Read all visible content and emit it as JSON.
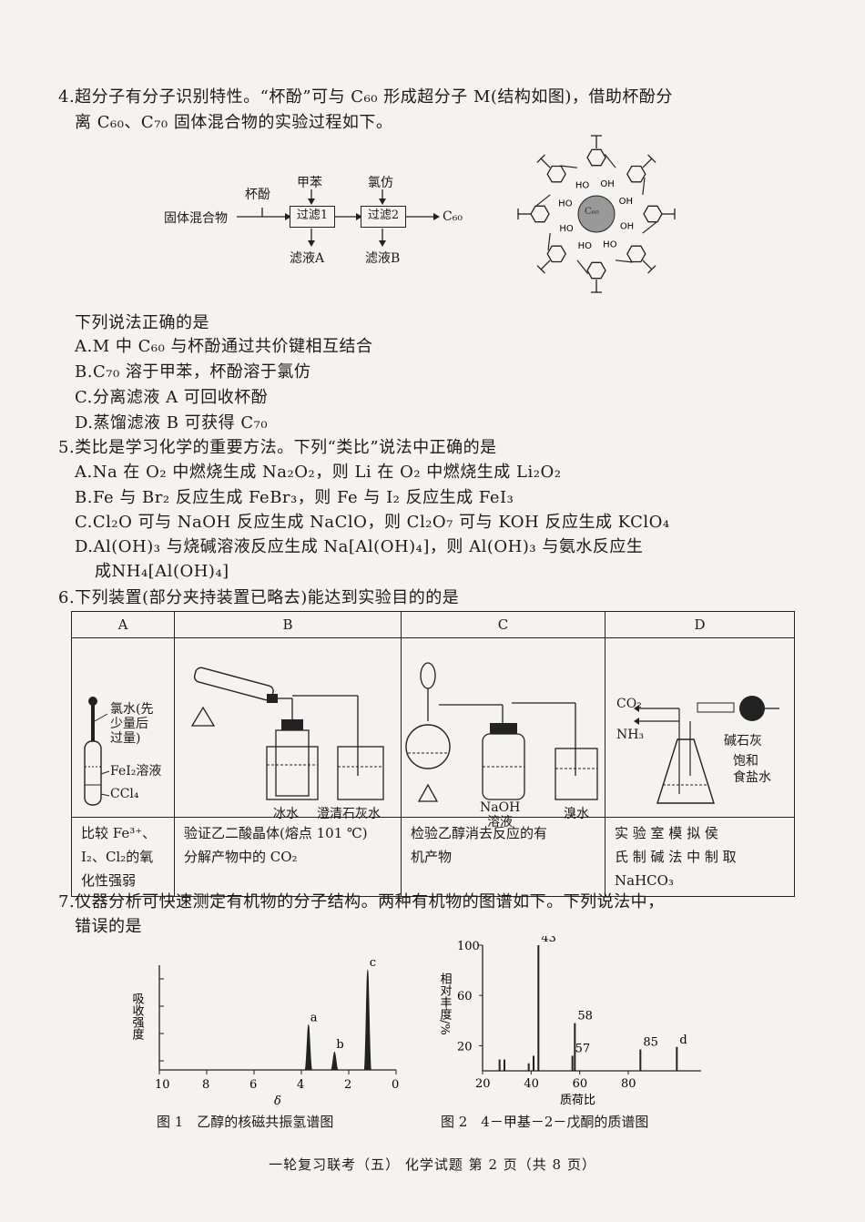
{
  "q4": {
    "stem_line1": "4.超分子有分子识别特性。“杯酚”可与 C₆₀ 形成超分子 M(结构如图)，借助杯酚分",
    "stem_line2": "离 C₆₀、C₇₀ 固体混合物的实验过程如下。",
    "flow": {
      "start": "固体混合物",
      "reagent1": "杯酚",
      "reagent2": "甲苯",
      "reagent3": "氯仿",
      "step1": "过滤1",
      "step2": "过滤2",
      "product": "C₆₀",
      "filtrate_a": "滤液A",
      "filtrate_b": "滤液B"
    },
    "structure_center": "C₆₀",
    "oh_labels": [
      "OH",
      "OH",
      "OH",
      "HO",
      "HO",
      "HO",
      "HO",
      "HO"
    ],
    "question": "下列说法正确的是",
    "options": [
      "A.M 中 C₆₀ 与杯酚通过共价键相互结合",
      "B.C₇₀ 溶于甲苯，杯酚溶于氯仿",
      "C.分离滤液 A 可回收杯酚",
      "D.蒸馏滤液 B 可获得 C₇₀"
    ]
  },
  "q5": {
    "stem": "5.类比是学习化学的重要方法。下列“类比”说法中正确的是",
    "options": [
      "A.Na 在 O₂ 中燃烧生成 Na₂O₂，则 Li 在 O₂ 中燃烧生成 Li₂O₂",
      "B.Fe 与 Br₂ 反应生成 FeBr₃，则 Fe 与 I₂ 反应生成 FeI₃",
      "C.Cl₂O 可与 NaOH 反应生成 NaClO，则 Cl₂O₇ 可与 KOH 反应生成 KClO₄",
      "D.Al(OH)₃ 与烧碱溶液反应生成 Na[Al(OH)₄]，则 Al(OH)₃ 与氨水反应生"
    ],
    "option_d_cont": "成NH₄[Al(OH)₄]"
  },
  "q6": {
    "stem": "6.下列装置(部分夹持装置已略去)能达到实验目的的是",
    "headers": [
      "A",
      "B",
      "C",
      "D"
    ],
    "labels_a": [
      "氯水(先",
      "少量后",
      "过量)",
      "FeI₂溶液",
      "CCl₄"
    ],
    "labels_b": [
      "冰水",
      "澄清石灰水"
    ],
    "labels_c": [
      "NaOH",
      "溶液",
      "溴水"
    ],
    "labels_d": [
      "CO₂",
      "NH₃",
      "碱石灰",
      "饱和",
      "食盐水"
    ],
    "desc_a": [
      "比较 Fe³⁺、",
      "I₂、Cl₂的氧",
      "化性强弱"
    ],
    "desc_b": [
      "验证乙二酸晶体(熔点 101 ℃)",
      "分解产物中的 CO₂"
    ],
    "desc_c": [
      "检验乙醇消去反应的有",
      "机产物"
    ],
    "desc_d": [
      "实 验 室 模 拟 侯",
      "氏 制 碱 法 中 制 取",
      "NaHCO₃"
    ]
  },
  "q7": {
    "stem_line1": "7.仪器分析可快速测定有机物的分子结构。两种有机物的图谱如下。下列说法中，",
    "stem_line2": "错误的是"
  },
  "chart_data": [
    {
      "type": "line",
      "title": "图 1　乙醇的核磁共振氢谱图",
      "ylabel": "吸收强度",
      "xlabel": "δ",
      "x_ticks": [
        10,
        8,
        6,
        4,
        2,
        0
      ],
      "xlim": [
        10,
        0
      ],
      "peaks": [
        {
          "label": "a",
          "x": 3.7,
          "y": 0.45
        },
        {
          "label": "b",
          "x": 2.6,
          "y": 0.18
        },
        {
          "label": "c",
          "x": 1.2,
          "y": 1.0
        }
      ]
    },
    {
      "type": "bar",
      "title": "图 2　4－甲基－2－戊酮的质谱图",
      "ylabel": "相对丰度/%",
      "xlabel": "质荷比",
      "x_ticks": [
        20,
        40,
        60,
        80
      ],
      "y_ticks": [
        20,
        60,
        100
      ],
      "xlim": [
        20,
        110
      ],
      "ylim": [
        0,
        100
      ],
      "peaks": [
        {
          "x": 27,
          "y": 9,
          "label": ""
        },
        {
          "x": 29,
          "y": 9,
          "label": ""
        },
        {
          "x": 39,
          "y": 6,
          "label": ""
        },
        {
          "x": 41,
          "y": 12,
          "label": ""
        },
        {
          "x": 43,
          "y": 100,
          "label": "43"
        },
        {
          "x": 57,
          "y": 12,
          "label": "57"
        },
        {
          "x": 58,
          "y": 38,
          "label": "58"
        },
        {
          "x": 85,
          "y": 17,
          "label": "85"
        },
        {
          "x": 100,
          "y": 19,
          "label": "d"
        }
      ]
    }
  ],
  "footer": "一轮复习联考（五） 化学试题 第 2 页（共 8 页）"
}
